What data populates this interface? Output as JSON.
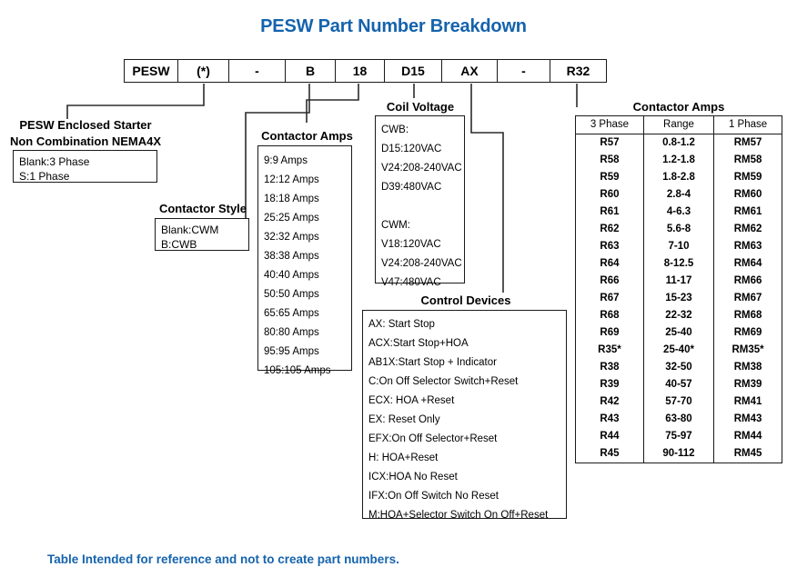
{
  "title": "PESW Part Number Breakdown",
  "footer_note": "Table Intended for reference and not to create part numbers.",
  "colors": {
    "accent_blue": "#1563ad",
    "line": "#2b2b2b",
    "text": "#000000"
  },
  "part_number": {
    "cells": [
      {
        "value": "PESW",
        "width": 59
      },
      {
        "value": "(*)",
        "width": 56
      },
      {
        "value": "-",
        "width": 62
      },
      {
        "value": "B",
        "width": 55
      },
      {
        "value": "18",
        "width": 54
      },
      {
        "value": "D15",
        "width": 63
      },
      {
        "value": "AX",
        "width": 61
      },
      {
        "value": "-",
        "width": 58
      },
      {
        "value": "R32",
        "width": 61
      }
    ]
  },
  "callouts": {
    "enclosed_starter": {
      "heading_line1": "PESW Enclosed Starter",
      "heading_line2": "Non Combination NEMA4X",
      "options": [
        "Blank:3 Phase",
        "S:1 Phase"
      ]
    },
    "contactor_style": {
      "heading": "Contactor Style",
      "options": [
        "Blank:CWM",
        "B:CWB"
      ]
    },
    "contactor_amps_list": {
      "heading": "Contactor Amps",
      "options": [
        "9:9 Amps",
        "12:12 Amps",
        "18:18 Amps",
        "25:25 Amps",
        "32:32 Amps",
        "38:38 Amps",
        "40:40 Amps",
        "50:50 Amps",
        "65:65 Amps",
        "80:80 Amps",
        "95:95 Amps",
        "105:105 Amps"
      ]
    },
    "coil_voltage": {
      "heading": "Coil Voltage",
      "options": [
        "CWB:",
        "D15:120VAC",
        "V24:208-240VAC",
        "D39:480VAC",
        "",
        "CWM:",
        "V18:120VAC",
        "V24:208-240VAC",
        "V47:480VAC"
      ]
    },
    "control_devices": {
      "heading": "Control Devices",
      "options": [
        "AX: Start Stop",
        "ACX:Start Stop+HOA",
        "AB1X:Start Stop + Indicator",
        "C:On Off Selector Switch+Reset",
        "ECX: HOA +Reset",
        "EX: Reset Only",
        "EFX:On Off Selector+Reset",
        "H: HOA+Reset",
        "ICX:HOA No Reset",
        "IFX:On Off Switch No Reset",
        "M:HOA+Selector Switch On Off+Reset"
      ]
    }
  },
  "amps_table": {
    "heading": "Contactor Amps",
    "columns": [
      "3 Phase",
      "Range",
      "1 Phase"
    ],
    "rows": [
      [
        "R57",
        "0.8-1.2",
        "RM57"
      ],
      [
        "R58",
        "1.2-1.8",
        "RM58"
      ],
      [
        "R59",
        "1.8-2.8",
        "RM59"
      ],
      [
        "R60",
        "2.8-4",
        "RM60"
      ],
      [
        "R61",
        "4-6.3",
        "RM61"
      ],
      [
        "R62",
        "5.6-8",
        "RM62"
      ],
      [
        "R63",
        "7-10",
        "RM63"
      ],
      [
        "R64",
        "8-12.5",
        "RM64"
      ],
      [
        "R66",
        "11-17",
        "RM66"
      ],
      [
        "R67",
        "15-23",
        "RM67"
      ],
      [
        "R68",
        "22-32",
        "RM68"
      ],
      [
        "R69",
        "25-40",
        "RM69"
      ],
      [
        "R35*",
        "25-40*",
        "RM35*"
      ],
      [
        "R38",
        "32-50",
        "RM38"
      ],
      [
        "R39",
        "40-57",
        "RM39"
      ],
      [
        "R42",
        "57-70",
        "RM41"
      ],
      [
        "R43",
        "63-80",
        "RM43"
      ],
      [
        "R44",
        "75-97",
        "RM44"
      ],
      [
        "R45",
        "90-112",
        "RM45"
      ]
    ]
  }
}
